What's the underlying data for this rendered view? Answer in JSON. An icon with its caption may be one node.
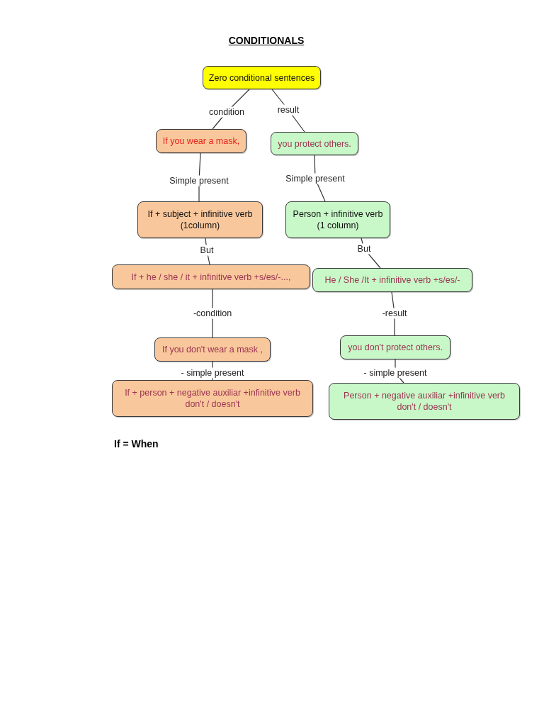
{
  "diagram": {
    "title": "CONDITIONALS",
    "nodes": [
      {
        "text": [
          "Zero conditional sentences"
        ]
      },
      {
        "text": [
          "If you wear a mask,"
        ]
      },
      {
        "text": [
          "you protect others."
        ]
      },
      {
        "text": [
          "If + subject + infinitive verb (1column)"
        ]
      },
      {
        "text": [
          "Person + infinitive verb (1 column)"
        ]
      },
      {
        "text": [
          "If + he / she / it + infinitive verb +s/es/-...,"
        ]
      },
      {
        "text": [
          "He / She /It + infinitive verb +s/es/-"
        ]
      },
      {
        "text": [
          "If you don't wear a mask ,"
        ]
      },
      {
        "text": [
          "you don't protect others."
        ]
      },
      {
        "text": [
          "If + person + negative auxiliar +infinitive verb don't / doesn't"
        ]
      },
      {
        "text": [
          "Person + negative auxiliar +infinitive verb don't / doesn't"
        ]
      }
    ],
    "edges": [
      {
        "from": 0,
        "to": 1,
        "arrow": "none",
        "label": "condition"
      },
      {
        "from": 0,
        "to": 2,
        "arrow": "none",
        "label": "result"
      },
      {
        "from": 1,
        "to": 3,
        "arrow": "none",
        "label": "Simple present"
      },
      {
        "from": 2,
        "to": 4,
        "arrow": "none",
        "label": "Simple present"
      },
      {
        "from": 3,
        "to": 5,
        "arrow": "none",
        "label": "But"
      },
      {
        "from": 4,
        "to": 6,
        "arrow": "none",
        "label": "But"
      },
      {
        "from": 5,
        "to": 7,
        "arrow": "none",
        "label": "-condition"
      },
      {
        "from": 6,
        "to": 8,
        "arrow": "none",
        "label": "-result"
      },
      {
        "from": 7,
        "to": 9,
        "arrow": "none",
        "label": "- simple present"
      },
      {
        "from": 8,
        "to": 10,
        "arrow": "none",
        "label": "- simple present"
      }
    ],
    "labels": [
      "If = When"
    ]
  }
}
